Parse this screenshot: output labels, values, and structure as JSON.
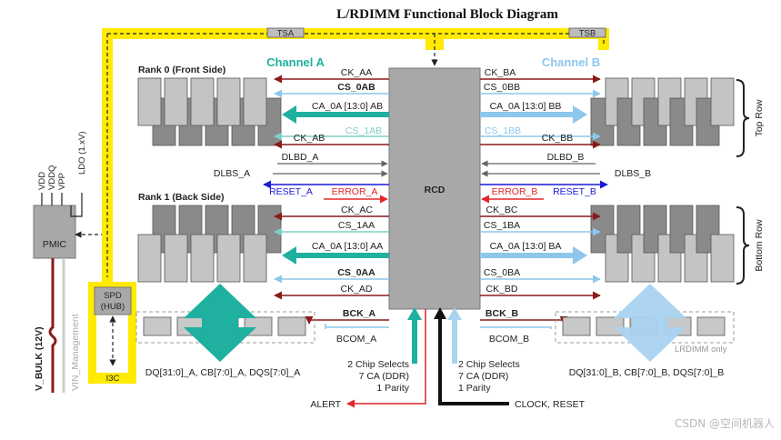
{
  "title": "L/RDIMM  Functional Block Diagram",
  "blocks": {
    "tsa": "TSA",
    "tsb": "TSB",
    "rcd": "RCD",
    "pmic": "PMIC",
    "spd_line1": "SPD",
    "spd_line2": "(HUB)",
    "i3c": "I3C"
  },
  "channels": {
    "a": "Channel A",
    "b": "Channel B"
  },
  "ranks": {
    "rank0": "Rank 0 (Front Side)",
    "rank1": "Rank 1 (Back Side)"
  },
  "rows": {
    "top": "Top Row",
    "bottom": "Bottom Row"
  },
  "signals_a": {
    "ck_aa": "CK_AA",
    "cs_0ab": "CS_0AB",
    "ca_0a_ab": "CA_0A [13:0] AB",
    "cs_1ab": "CS_1AB",
    "ck_ab": "CK_AB",
    "dlbd_a": "DLBD_A",
    "dlbs_a": "DLBS_A",
    "reset_a": "RESET_A",
    "error_a": "ERROR_A",
    "ck_ac": "CK_AC",
    "cs_1aa": "CS_1AA",
    "ca_0a_aa": "CA_0A [13:0] AA",
    "cs_0aa": "CS_0AA",
    "ck_ad": "CK_AD",
    "bck_a": "BCK_A",
    "bcom_a": "BCOM_A",
    "dq_a": "DQ[31:0]_A, CB[7:0]_A, DQS[7:0]_A"
  },
  "signals_b": {
    "ck_ba": "CK_BA",
    "cs_0bb": "CS_0BB",
    "ca_0a_bb": "CA_0A [13:0] BB",
    "cs_1bb": "CS_1BB",
    "ck_bb": "CK_BB",
    "dlbd_b": "DLBD_B",
    "dlbs_b": "DLBS_B",
    "error_b": "ERROR_B",
    "reset_b": "RESET_B",
    "ck_bc": "CK_BC",
    "cs_1ba": "CS_1BA",
    "ca_0a_ba": "CA_0A [13:0] BA",
    "cs_0ba": "CS_0BA",
    "ck_bd": "CK_BD",
    "bck_b": "BCK_B",
    "bcom_b": "BCOM_B",
    "dq_b": "DQ[31:0]_B, CB[7:0]_B, DQS[7:0]_B"
  },
  "inputs_a": {
    "line1": "2 Chip Selects",
    "line2": "7 CA (DDR)",
    "line3": "1 Parity"
  },
  "inputs_b": {
    "line1": "2 Chip Selects",
    "line2": "7 CA (DDR)",
    "line3": "1 Parity"
  },
  "alert": "ALERT",
  "clock_reset": "CLOCK, RESET",
  "power": {
    "vdd": "VDD",
    "vddq": "VDDQ",
    "vpp": "VPP",
    "ldo": "LDO (1.xV)",
    "v_bulk": "V_BULK (12V)",
    "vin_mgmt": "VIN_Management"
  },
  "lrdimm_only": "LRDIMM only",
  "watermark": "CSDN @空间机器人",
  "colors": {
    "yellow_bus": "#ffea00",
    "channel_a": "#1fb0a0",
    "channel_b": "#8ec7ec",
    "dark_red": "#8b1a1a",
    "blue": "#1a1ad8",
    "red": "#e32626",
    "rcd_gray": "#a8a8a8"
  }
}
